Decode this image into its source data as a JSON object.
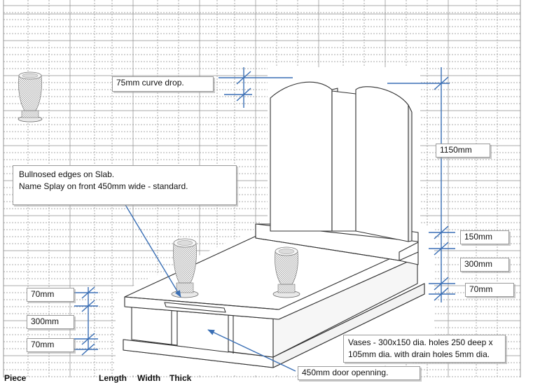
{
  "callouts": {
    "curve_drop": "75mm curve drop.",
    "slab_line1": "Bullnosed edges on Slab.",
    "slab_line2": "Name Splay on front 450mm wide - standard.",
    "height_total": "1150mm",
    "height_base_top": "150mm",
    "height_base_mid": "300mm",
    "height_base_bottom": "70mm",
    "left_top": "70mm",
    "left_mid": "300mm",
    "left_bottom": "70mm",
    "vases_line1": "Vases - 300x150 dia. holes 250 deep x",
    "vases_line2": "105mm dia. with drain holes 5mm dia.",
    "door": "450mm door openning."
  },
  "table_header": {
    "col1": "Piece",
    "col2": "Length",
    "col3": "Width",
    "col4": "Thick"
  },
  "colors": {
    "grid": "#8c8c8c",
    "dimension_line": "#3a6fb5",
    "stone_outline": "#333333",
    "stone_shadow": "#e6e6e6"
  }
}
